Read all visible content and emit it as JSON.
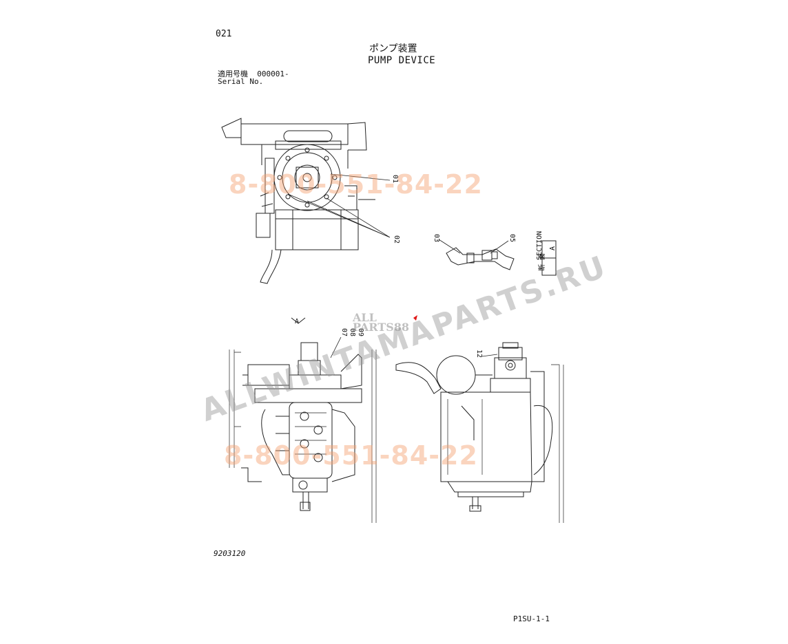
{
  "header": {
    "page_number": "021",
    "title_jp": "ポンプ装置",
    "title_en": "PUMP DEVICE",
    "serial_label_jp": "適用号機",
    "serial_value": "000001-",
    "serial_label_en": "Serial No."
  },
  "callouts": {
    "c01": "01",
    "c02": "02",
    "c03": "03",
    "c05": "05",
    "c07": "07",
    "c08": "08",
    "c09": "09",
    "c12": "12",
    "view_marker": "A",
    "section_label": "SECTION",
    "section_letter": "A",
    "section_jp": "断 面"
  },
  "watermarks": {
    "phone_top": "8-800-551-84-22",
    "phone_bottom": "8-800-551-84-22",
    "site": "ALLWINTAMAPARTS.RU",
    "logo_line1": "ALL",
    "logo_line2": "PARTS88"
  },
  "footer": {
    "doc_code": "9203120",
    "page_code": "P1SU-1-1"
  }
}
